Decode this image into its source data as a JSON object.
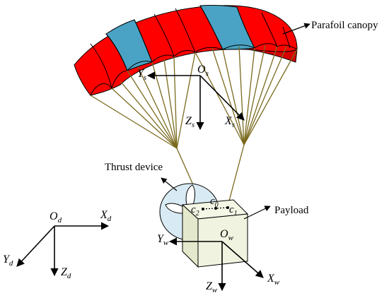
{
  "labels": {
    "canopy": "Parafoil canopy",
    "thrust": "Thrust device",
    "payload": "Payload"
  },
  "frames": {
    "canopy_frame": {
      "origin": "O",
      "origin_sub": "s",
      "x": "X",
      "x_sub": "s",
      "y": "Y",
      "y_sub": "s",
      "z": "Z",
      "z_sub": "s"
    },
    "ground_frame": {
      "origin": "O",
      "origin_sub": "d",
      "x": "X",
      "x_sub": "d",
      "y": "Y",
      "y_sub": "d",
      "z": "Z",
      "z_sub": "d"
    },
    "payload_frame": {
      "origin": "O",
      "origin_sub": "w",
      "x": "X",
      "x_sub": "w",
      "y": "Y",
      "y_sub": "w",
      "z": "Z",
      "z_sub": "w"
    }
  },
  "points": {
    "c0": {
      "base": "c",
      "sub": "0"
    },
    "c1": {
      "base": "c",
      "sub": "1"
    },
    "c2": {
      "base": "c",
      "sub": "2"
    }
  },
  "colors": {
    "canopy_red": "#ff0000",
    "canopy_blue": "#4aa3c4",
    "lines": "#7a6a1e",
    "payload_fill": "#f0f3df",
    "thrust_fill": "#d8eaf3"
  }
}
